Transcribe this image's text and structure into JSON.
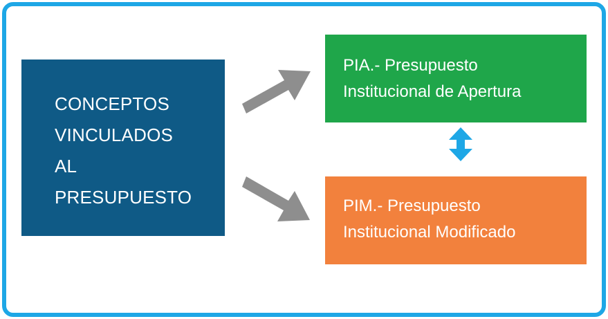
{
  "diagram": {
    "main_box": {
      "lines": [
        "CONCEPTOS",
        "VINCULADOS",
        "AL",
        "PRESUPUESTO"
      ],
      "color": "#0f5a86"
    },
    "pia_box": {
      "lines": [
        "PIA.- Presupuesto",
        "Institucional de Apertura"
      ],
      "color": "#1fa64a"
    },
    "pim_box": {
      "lines": [
        "PIM.- Presupuesto",
        "Institucional Modificado"
      ],
      "color": "#f2813d"
    },
    "arrow_color": "#8e8e8e",
    "double_arrow_color": "#1ea7e6",
    "border_color": "#1ea7e6"
  }
}
